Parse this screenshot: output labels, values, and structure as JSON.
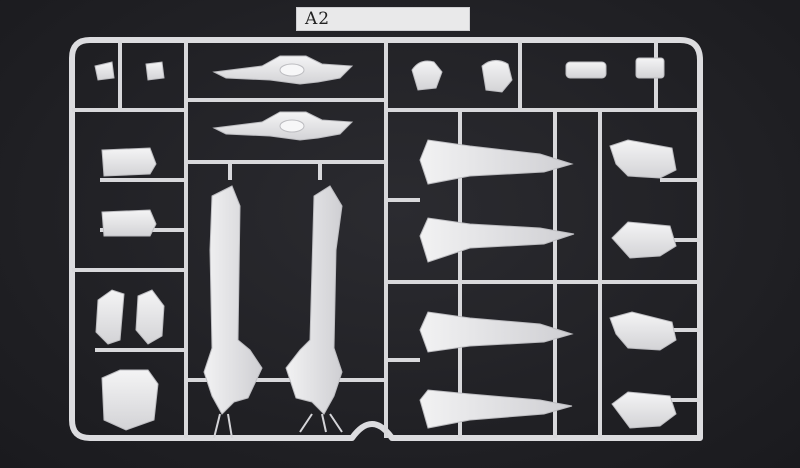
{
  "sprue": {
    "tag_code": "A2",
    "tag_mold_text": "",
    "plastic_color": "#e6e6e8",
    "background_color": "#222226"
  },
  "parts": {
    "weapons": [
      "beam-rifle-upper",
      "beam-rifle-lower"
    ],
    "small_parts": [
      "small-part-1",
      "small-part-2",
      "head-part",
      "joint-part",
      "clip-part",
      "block-part"
    ],
    "wing_blades": [
      "wing-blade-1",
      "wing-blade-2",
      "wing-blade-3",
      "wing-blade-4"
    ],
    "binders": [
      "binder-1",
      "binder-2",
      "binder-3",
      "binder-4"
    ],
    "left_column": [
      "armor-plate-1",
      "armor-plate-2",
      "shoulder-left",
      "shoulder-right",
      "shield"
    ],
    "legs": [
      "leg-frame-left",
      "leg-frame-right"
    ]
  }
}
